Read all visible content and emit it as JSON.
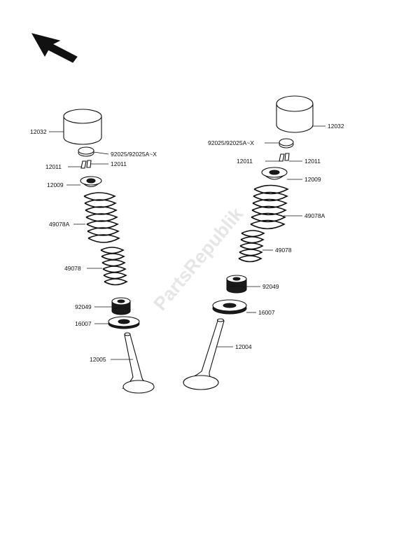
{
  "watermark": "PartsRepublik",
  "icons": {
    "direction_arrow": "front-direction-arrow-icon"
  },
  "labels": {
    "left_bucket": "12032",
    "left_shim": "92025/92025A~X",
    "left_keeper_a": "12011",
    "left_keeper_b": "12011",
    "left_retainer": "12009",
    "left_outer_spring": "49078A",
    "left_inner_spring": "49078",
    "left_seal": "92049",
    "left_seat": "16007",
    "left_valve": "12005",
    "right_bucket": "12032",
    "right_shim": "92025/92025A~X",
    "right_keeper_a": "12011",
    "right_keeper_b": "12011",
    "right_retainer": "12009",
    "right_outer_spring": "49078A",
    "right_inner_spring": "49078",
    "right_seal": "92049",
    "right_seat": "16007",
    "right_valve": "12004"
  }
}
